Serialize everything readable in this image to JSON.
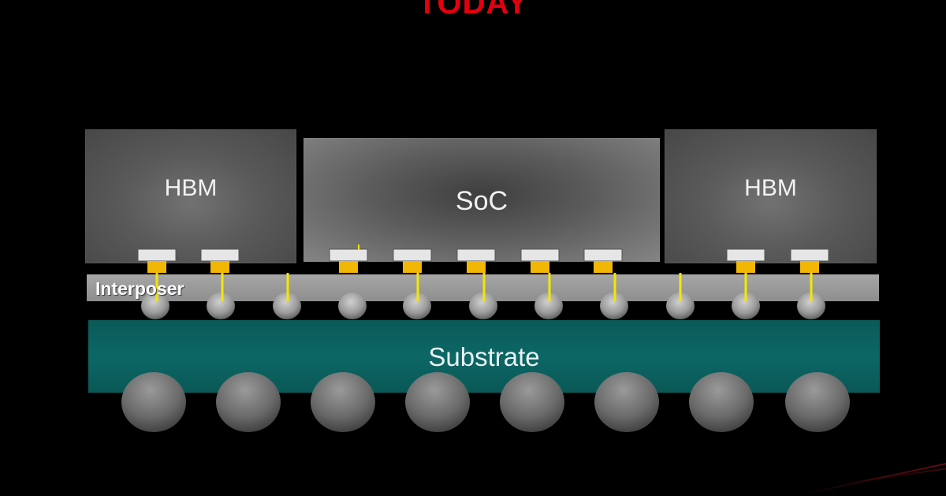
{
  "title": "TODAY",
  "labels": {
    "hbm_left": "HBM",
    "soc": "SoC",
    "hbm_right": "HBM",
    "interposer": "Interposer",
    "substrate": "Substrate"
  },
  "colors": {
    "title": "#e2000f",
    "background": "#000000",
    "interposer": "#9a9a9a",
    "substrate": "#0b6160",
    "microbump": "#f2b705",
    "via": "#f5e600",
    "pad": "#e6e6e6",
    "bump": "#9a9a9a"
  }
}
